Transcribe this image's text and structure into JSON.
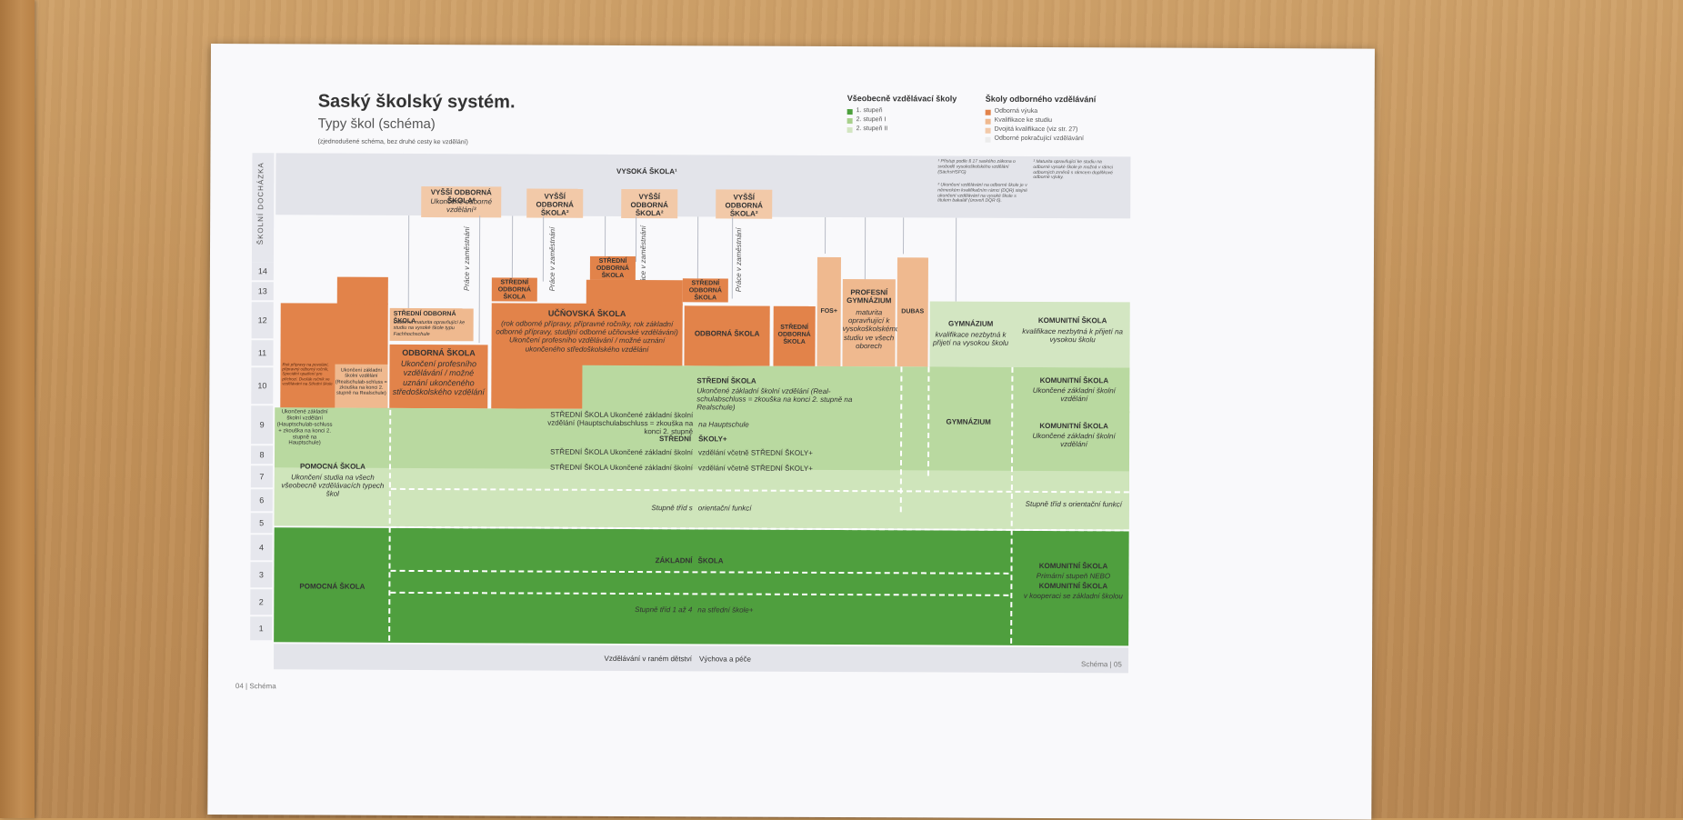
{
  "page": {
    "title": "Saský školský systém.",
    "subtitle": "Typy škol (schéma)",
    "note": "(zjednodušené schéma, bez druhé cesty ke vzdělání)",
    "footer_left": "04 | Schéma",
    "footer_right": "Schéma | 05"
  },
  "legend": {
    "general": {
      "heading": "Všeobecně vzdělávací školy",
      "items": [
        "1. stupeň",
        "2. stupeň I",
        "2. stupeň II"
      ]
    },
    "vocational": {
      "heading": "Školy odborného vzdělávání",
      "items": [
        "Odborná výuka",
        "Kvalifikace ke studiu",
        "Dvojitá kvalifikace (viz str. 27)",
        "Odborné pokračující vzdělávání"
      ]
    }
  },
  "side_label": "ŠKOLNÍ DOCHÁZKA",
  "years": [
    "14",
    "13",
    "12",
    "11",
    "10",
    "9",
    "8",
    "7",
    "6",
    "5",
    "4",
    "3",
    "2",
    "1"
  ],
  "top": {
    "vysoka_skola": "VYSOKÁ ŠKOLA¹",
    "vos1_title": "VYŠŠÍ ODBORNÁ ŠKOLA²",
    "vos1_text": "Ukončené odborné vzdělání³",
    "vos2": "VYŠŠÍ ODBORNÁ ŠKOLA²",
    "vos3": "VYŠŠÍ ODBORNÁ ŠKOLA²",
    "vos4": "VYŠŠÍ ODBORNÁ ŠKOLA²",
    "footnote1": "¹ Přístup podle § 17 saského zákona o svobodě vysokoškolského vzdělání (SächsHSFG)",
    "footnote2": "² Ukončení vzdělávání na odborné škole je v německém kvalifikačním rámci (DQR) stejné ukončení vzdělávání na vysoké škole s titulem bakalář (úroveň DQR 6).",
    "footnote3": "³ Maturita opravňující ke studiu na odborné vysoké škole je možná v rámci odborných zrněnů s rámcem doplňkové odborné výuky."
  },
  "vertical_labels": {
    "prace1": "Práce v zaměstnání",
    "prace2": "Práce v zaměstnání",
    "prace3": "Práce v zaměstnání",
    "prace4": "Práce v zaměstnání"
  },
  "boxes": {
    "sos_small_1": "STŘEDNÍ ODBORNÁ ŠKOLA",
    "sos_small_2": "STŘEDNÍ ODBORNÁ ŠKOLA",
    "sos_small_3": "STŘEDNÍ ODBORNÁ ŠKOLA",
    "sos_left_title": "STŘEDNÍ ODBORNÁ ŠKOLA",
    "sos_left_text": "Odborná maturita opravňující ke studiu na vysoké škole typu Fachhochschule",
    "odborna_title": "ODBORNÁ ŠKOLA",
    "odborna_text": "Ukončení profesního vzdělávání / možné uznání ukončeného středoškolského vzdělání",
    "ucnovska_title": "UČŇOVSKÁ ŠKOLA",
    "ucnovska_text": "(rok odborné přípravy, přípravné ročníky, rok základní odborné přípravy, studijní odborné učňovské vzdělávání) Ukončení profesního vzdělávání / možné uznání ukončeného středoškolského vzdělání",
    "odborna2": "ODBORNÁ ŠKOLA",
    "sos_right": "STŘEDNÍ ODBORNÁ ŠKOLA",
    "fos": "FOS+",
    "prof_gym_title": "PROFESNÍ GYMNÁZIUM",
    "prof_gym_text": "maturita opravňující k vysokoškolskému studiu ve všech oborech",
    "dubas": "DUBAS",
    "left_small_text": "Rok přípravy na povolání, přípravný odborný ročník, Speciální opatření pro příchozí. Dvořák ročník ve vzdělávání na Střední škole",
    "left_ukonceni": "Ukončení základní školní vzdělání (Realschulab-schluss = zkouška na konci 2. stupně na Realschule)",
    "left_ukonceni2": "Ukončené základní školní vzdělání (Hauptschulab-schluss + zkouška na konci 2. stupně na Hauptschule)"
  },
  "green": {
    "gym_upper_title": "GYMNÁZIUM",
    "gym_upper_text": "kvalifikace nezbytná k přijetí na vysokou školu",
    "kom_upper_title": "KOMUNITNÍ ŠKOLA",
    "kom_upper_text": "kvalifikace nezbytná k přijetí na vysokou školu",
    "ss1_title": "STŘEDNÍ ŠKOLA",
    "ss1_text": "Ukončené základní školní vzdělání (Real-schulabschluss = zkouška na konci 2. stupně na Realschule)",
    "kom10_title": "KOMUNITNÍ ŠKOLA",
    "kom10_text": "Ukončené základní školní vzdělání",
    "ss2_left": "STŘEDNÍ ŠKOLA Ukončené základní školní vzdělání (Hauptschulabschluss = zkouška na konci 2. stupně",
    "ss2_right": "na Hauptschule",
    "gym9": "GYMNÁZIUM",
    "kom9_title": "KOMUNITNÍ ŠKOLA",
    "kom9_text": "Ukončené základní školní vzdělání",
    "stredni_plus_l": "STŘEDNÍ",
    "stredni_plus_r": "ŠKOLY+",
    "ss3": "STŘEDNÍ ŠKOLA Ukončené základní školní",
    "ss3_r": "vzdělání včetně STŘEDNÍ ŠKOLY+",
    "ss4": "STŘEDNÍ ŠKOLA Ukončené základní školní",
    "ss4_r": "vzdělání včetně STŘEDNÍ ŠKOLY+",
    "pomocna_title": "POMOCNÁ ŠKOLA",
    "pomocna_text": "Ukončení studia na všech všeobecně vzdělávacích typech škol",
    "stupne_l": "Stupně tříd s",
    "stupne_r": "orientační funkcí",
    "stupne_kom": "Stupně tříd s orientační funkcí",
    "zakladni_l": "ZÁKLADNÍ",
    "zakladni_r": "ŠKOLA",
    "pomocna2": "POMOCNÁ ŠKOLA",
    "kom_prim_title": "KOMUNITNÍ ŠKOLA",
    "kom_prim_text": "Primární stupeň NEBO",
    "kom_prim_title2": "KOMUNITNÍ ŠKOLA",
    "kom_prim_text2": "v kooperaci se základní školou",
    "stupne14_l": "Stupně tříd 1 až 4",
    "stupne14_r": "na střední škole+"
  },
  "bottom": {
    "left": "Vzdělávání v raném dětství",
    "right": "Výchova a péče"
  },
  "colors": {
    "orange": "#e2834a",
    "light_orange": "#efb98f",
    "peach": "#f2c9a8",
    "green_dark": "#4da03d",
    "green_mid": "#a8d08c",
    "green_light": "#d3e6c2",
    "grey_band": "#e3e4ea"
  }
}
